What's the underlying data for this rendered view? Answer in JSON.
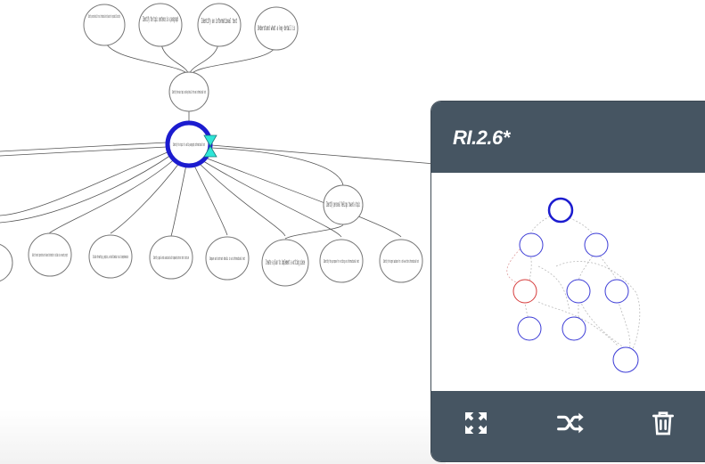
{
  "graph": {
    "top_nodes": [
      "Identify concrete details for an informational text (based on the provided illustration)",
      "Identify the topic sentence in a paragraph",
      "Identify an informational text",
      "Understand what a key detail is"
    ],
    "mid_node": "Identify the main topic and key details from an informational text",
    "selected_node": "Identify the topic of a multi-paragraph informational text",
    "right_node": "Identify personal feelings toward a topic",
    "bottom_nodes": [
      "Select the most important and relevant information to include in a research project",
      "Include formatting, graphics, and multimedia to aid comprehension",
      "Identify signal words associated with compare/contrast text structure",
      "Compare and contrast details in an informational text",
      "Create a plan to implement a writing piece",
      "Identify the purpose for writing an informational text",
      "Identify the target audience for a to-be-written informational text"
    ]
  },
  "panel": {
    "title": "RI.2.6*",
    "tools": {
      "expand_icon": "expand-icon",
      "shuffle_icon": "shuffle-icon",
      "trash_icon": "trash-icon"
    }
  },
  "colors": {
    "panel_header": "#465562",
    "selected_ring": "#1c1ccf",
    "selection_marker": "#2ee6d8",
    "minimap_node": "#3b3bd6",
    "minimap_red_node": "#d63b3b"
  }
}
